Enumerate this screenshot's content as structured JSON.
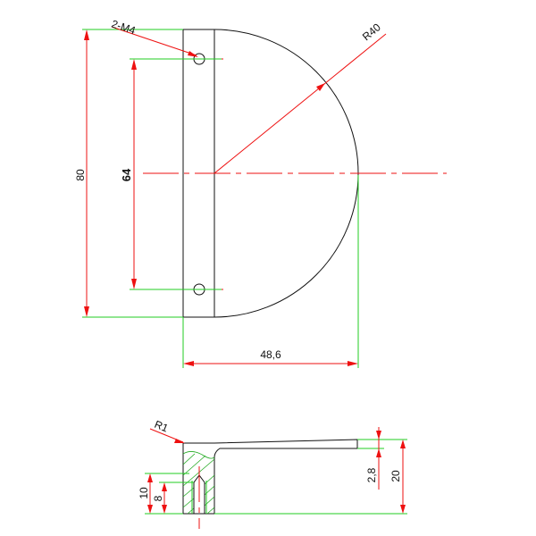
{
  "dimensions": {
    "holes": "2-M4",
    "radius": "R40",
    "height": "80",
    "hole_spacing": "64",
    "width": "48,6",
    "edge_radius": "R1",
    "thickness": "2,8",
    "total_height": "20",
    "boss_height": "10",
    "thread_depth": "8"
  },
  "colors": {
    "outline": "#111111",
    "dimension": "#ee1111",
    "extension": "#22cc22"
  }
}
